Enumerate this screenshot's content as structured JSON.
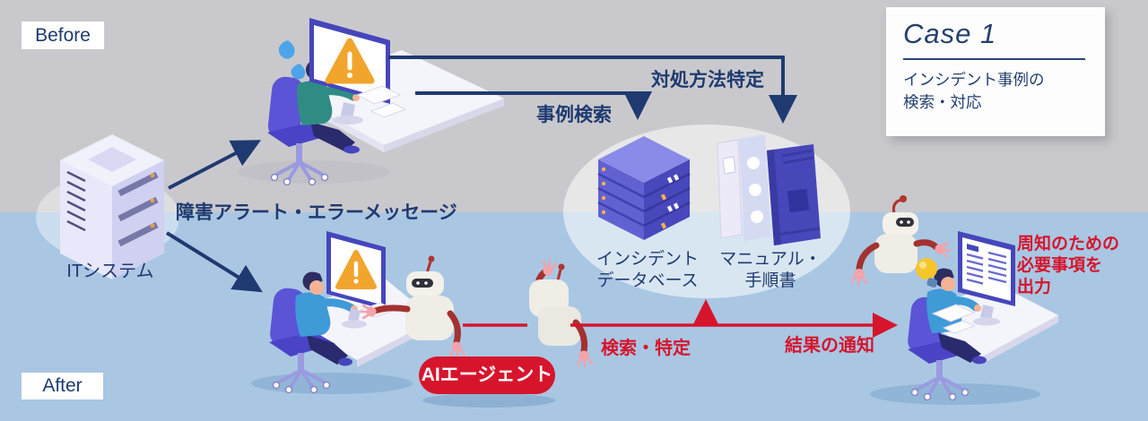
{
  "labels": {
    "before": "Before",
    "after": "After"
  },
  "case_card": {
    "title": "Case 1",
    "desc_line1": "インシデント事例の",
    "desc_line2": "検索・対応"
  },
  "it_system": {
    "label": "ITシステム"
  },
  "arrows": {
    "alert": "障害アラート・エラーメッセージ",
    "case_search": "事例検索",
    "solution_identify": "対処方法特定",
    "search_identify": "検索・特定",
    "result_notify": "結果の通知"
  },
  "resources": {
    "incident_db_line1": "インシデント",
    "incident_db_line2": "データベース",
    "manual_line1": "マニュアル・",
    "manual_line2": "手順書"
  },
  "ai_agent": {
    "label": "AIエージェント"
  },
  "output_note": {
    "line1": "周知のための",
    "line2": "必要事項を",
    "line3": "出力"
  },
  "colors": {
    "bg_top": "#c9c9cd",
    "bg_bottom": "#a9c7e3",
    "navy": "#1f3a70",
    "red": "#d6152d"
  }
}
